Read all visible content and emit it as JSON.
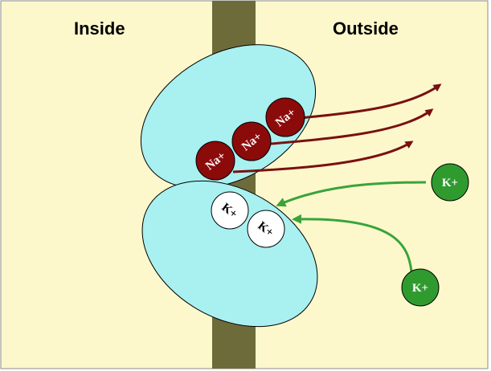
{
  "labels": {
    "inside": "Inside",
    "outside": "Outside"
  },
  "ions": {
    "sodium": [
      "Na+",
      "Na+",
      "Na+"
    ],
    "potassium_bound": [
      "K+",
      "K+"
    ],
    "potassium_free": [
      "K+",
      "K+"
    ]
  },
  "colors": {
    "background": "#FCF8CC",
    "membrane": "#6E6B3A",
    "protein": "#A9F0F0",
    "sodium_ion": "#8B0A0A",
    "sodium_arrow": "#7A1010",
    "potassium_bound_ion": "#FFFFFF",
    "potassium_free_ion": "#2F9B2F",
    "potassium_arrow": "#3AA33A"
  }
}
